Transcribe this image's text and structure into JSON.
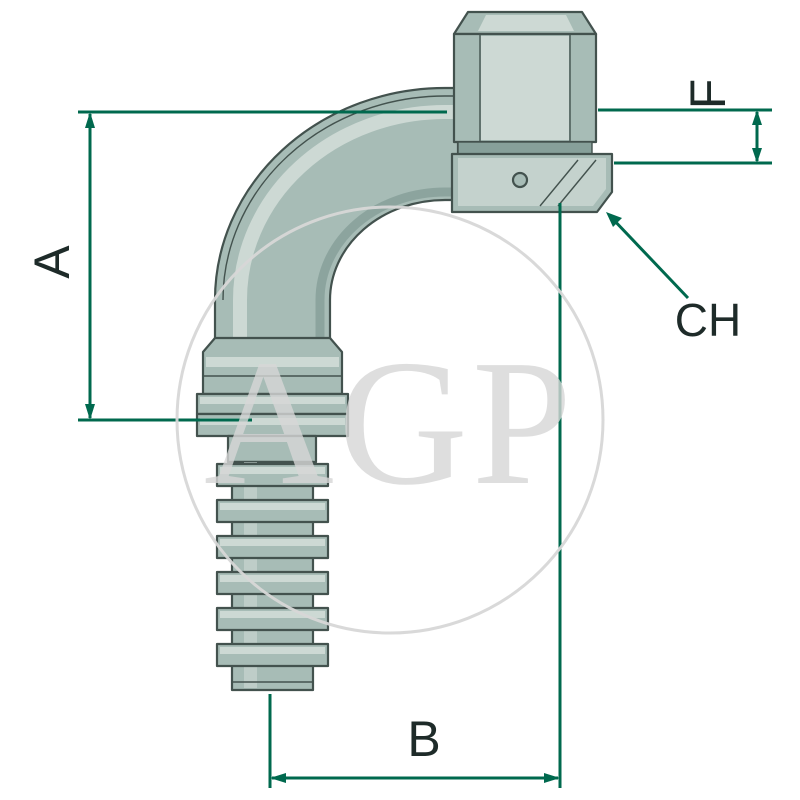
{
  "diagram": {
    "watermark_text": "AGP",
    "dimensions": {
      "a_label": "A",
      "b_label": "B",
      "f_label": "F",
      "ch_label": "CH"
    },
    "colors": {
      "dimension": "#00694e",
      "label_text": "#1e2b29",
      "body_fill": "#a7bcb6",
      "body_light": "#cdd9d4",
      "body_dark": "#87a09a",
      "outline": "#43524e",
      "watermark": "#d7d7d7",
      "background": "#ffffff"
    }
  }
}
